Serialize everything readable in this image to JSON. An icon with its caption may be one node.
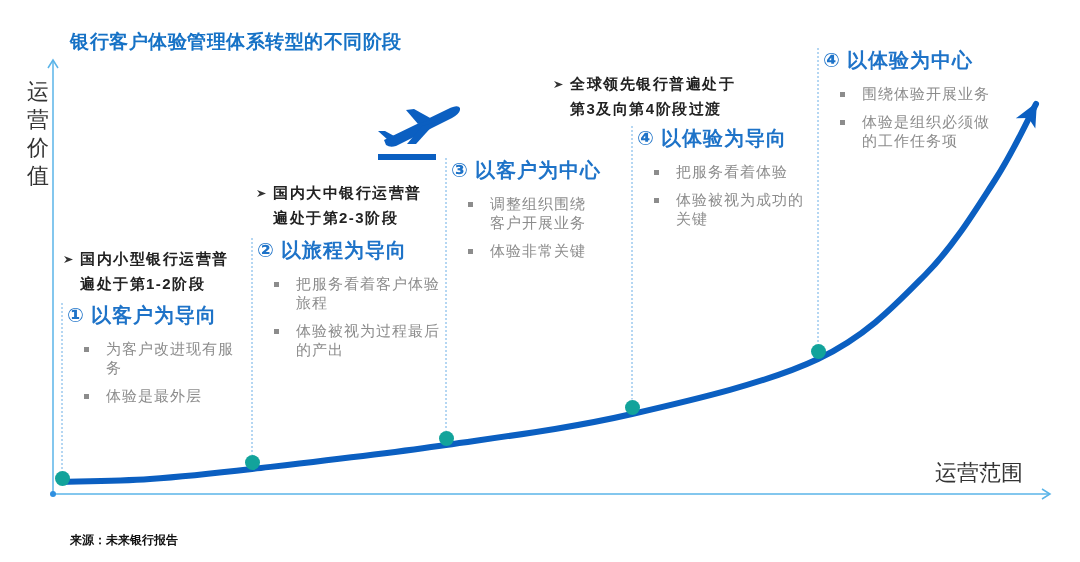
{
  "diagram": {
    "title": "银行客户体验管理体系转型的不同阶段",
    "caption": "来源：未来银行报告",
    "nodes": [
      {
        "text": [
          "① 以客户为导向",
          "为客户改进现有服务",
          "体验是最外层"
        ]
      },
      {
        "text": [
          "② 以旅程为导向",
          "把服务看着客户体验旅程",
          "体验被视为过程最后的产出"
        ]
      },
      {
        "text": [
          "③ 以客户为中心",
          "调整组织围绕客户开展业务",
          "体验非常关键"
        ]
      },
      {
        "text": [
          "④ 以体验为导向",
          "把服务看着体验",
          "体验被视为成功的关键"
        ]
      },
      {
        "text": [
          "④ 以体验为中心",
          "围绕体验开展业务",
          "体验是组织必须做的工作任务项"
        ]
      },
      {
        "text": [],
        "shape": "circle"
      },
      {
        "text": [],
        "shape": "circle"
      },
      {
        "text": [],
        "shape": "circle"
      },
      {
        "text": [],
        "shape": "circle"
      },
      {
        "text": [],
        "shape": "circle"
      }
    ],
    "edges": [
      {
        "from": 0,
        "to": 5,
        "arrow": "none",
        "style": "dashed"
      },
      {
        "from": 1,
        "to": 6,
        "arrow": "none",
        "style": "dashed"
      },
      {
        "from": 2,
        "to": 7,
        "arrow": "none",
        "style": "dashed"
      },
      {
        "from": 3,
        "to": 8,
        "arrow": "none",
        "style": "dashed"
      },
      {
        "from": 4,
        "to": 9,
        "arrow": "none",
        "style": "dashed"
      }
    ],
    "labels": [
      "运营价值",
      "国内小型银行运营普遍处于第1-2阶段",
      "国内大中银行运营普遍处于第2-3阶段",
      "全球领先银行普遍处于第3及向第4阶段过渡",
      "运营范围"
    ]
  }
}
